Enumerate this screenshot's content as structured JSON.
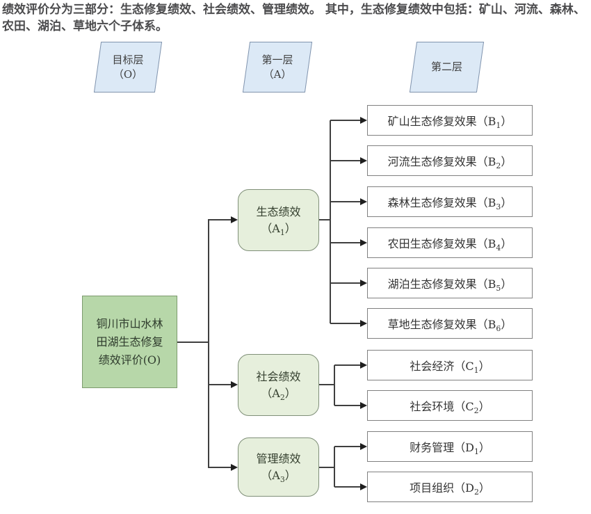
{
  "intro": {
    "text": "绩效评价分为三部分：生态修复绩效、社会绩效、管理绩效。 其中，生态修复绩效中包括：矿山、河流、森林、农田、湖泊、草地六个子体系。"
  },
  "headers": [
    {
      "line1": "目标层",
      "line2": "（O）"
    },
    {
      "line1": "第一层",
      "line2": "（A）"
    },
    {
      "line1": "第二层",
      "line2": ""
    }
  ],
  "root": {
    "lines": [
      "铜川市山水林",
      "田湖生态修复",
      "绩效评价(O)"
    ]
  },
  "level1": [
    {
      "name": "生态绩效",
      "pre": "（A",
      "sub": "1",
      "post": "）"
    },
    {
      "name": "社会绩效",
      "pre": "（A",
      "sub": "2",
      "post": "）"
    },
    {
      "name": "管理绩效",
      "pre": "（A",
      "sub": "3",
      "post": "）"
    }
  ],
  "level2": [
    {
      "pre": "矿山生态修复效果（B",
      "sub": "1",
      "post": "）"
    },
    {
      "pre": "河流生态修复效果（B",
      "sub": "2",
      "post": "）"
    },
    {
      "pre": "森林生态修复效果（B",
      "sub": "3",
      "post": "）"
    },
    {
      "pre": "农田生态修复效果（B",
      "sub": "4",
      "post": "）"
    },
    {
      "pre": "湖泊生态修复效果（B",
      "sub": "5",
      "post": "）"
    },
    {
      "pre": "草地生态修复效果（B",
      "sub": "6",
      "post": "）"
    },
    {
      "pre": "社会经济（C",
      "sub": "1",
      "post": "）"
    },
    {
      "pre": "社会环境（C",
      "sub": "2",
      "post": "）"
    },
    {
      "pre": "财务管理（D",
      "sub": "1",
      "post": "）"
    },
    {
      "pre": "项目组织（D",
      "sub": "2",
      "post": "）"
    }
  ],
  "colors": {
    "root_fill": "#b7d7a9",
    "root_border": "#7c9a6d",
    "branch_fill": "#e6efdc",
    "branch_border": "#7f8f78",
    "header_fill": "#dce9f6",
    "header_border": "#8093ad",
    "leaf_border": "#808080",
    "connector": "#3f3f3f",
    "intro_text": "#4b4b4d"
  }
}
